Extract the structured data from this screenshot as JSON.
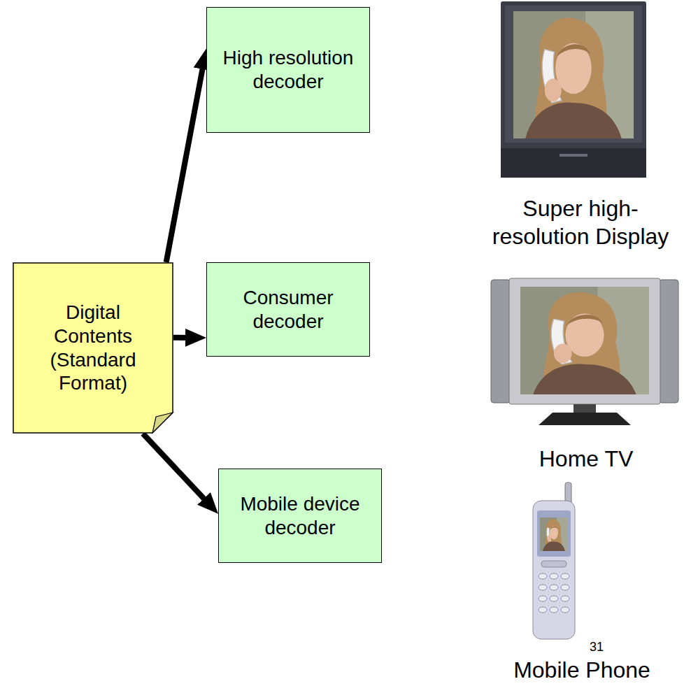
{
  "diagram": {
    "nodes": [
      {
        "text": [
          "Digital Contents (Standard Format)"
        ]
      },
      {
        "text": [
          "High resolution decoder"
        ]
      },
      {
        "text": [
          "Consumer decoder"
        ]
      },
      {
        "text": [
          "Mobile device decoder"
        ]
      }
    ],
    "edges": [
      {
        "from": 0,
        "to": 1,
        "arrow": "to"
      },
      {
        "from": 0,
        "to": 2,
        "arrow": "to"
      },
      {
        "from": 0,
        "to": 3,
        "arrow": "to"
      }
    ],
    "labels": [
      "Super high-resolution Display",
      "Home TV",
      "Mobile Phone",
      "31"
    ]
  }
}
